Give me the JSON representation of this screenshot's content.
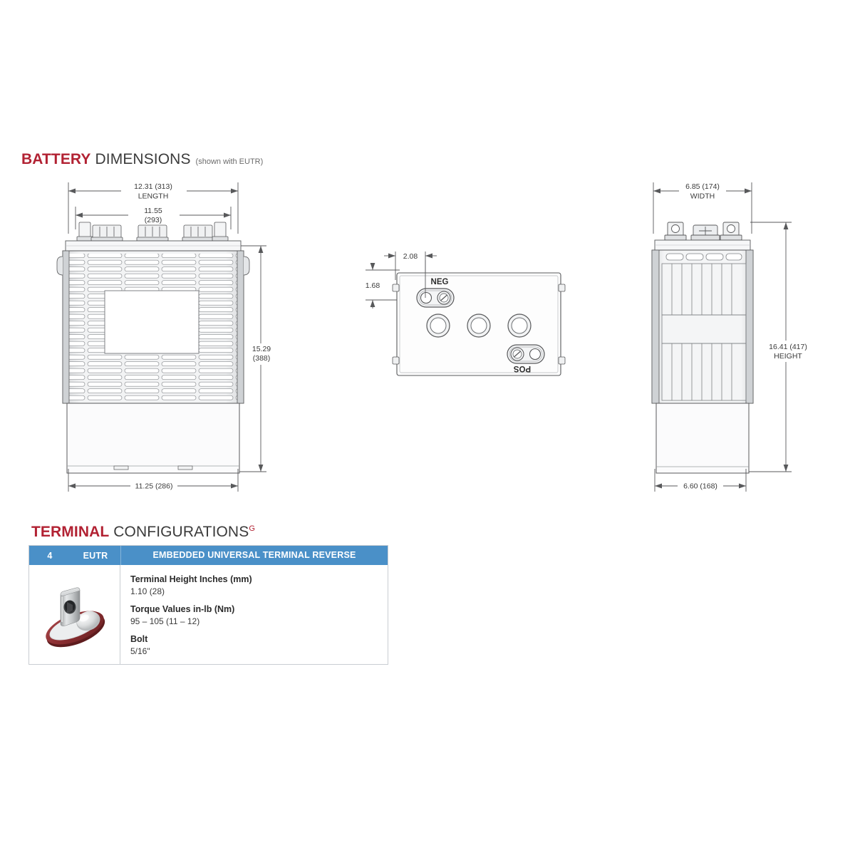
{
  "battery_section": {
    "heading_strong": "BATTERY",
    "heading_light": "DIMENSIONS",
    "heading_note": "(shown with EUTR)"
  },
  "front_view": {
    "name": "front-elevation-view",
    "dimensions": {
      "overall_length": "12.31 (313)",
      "overall_length_label": "LENGTH",
      "terminal_span": "11.55",
      "terminal_span_mm": "(293)",
      "overall_height": "15.29",
      "overall_height_mm": "(388)",
      "base_length": "11.25 (286)"
    }
  },
  "top_view": {
    "name": "top-plan-view",
    "dimensions": {
      "terminal_offset_x": "2.08",
      "terminal_offset_y": "1.68"
    },
    "labels": {
      "negative": "NEG",
      "positive": "POS"
    }
  },
  "side_view": {
    "name": "side-elevation-view",
    "dimensions": {
      "overall_width": "6.85 (174)",
      "overall_width_label": "WIDTH",
      "overall_height": "16.41 (417)",
      "overall_height_label": "HEIGHT",
      "base_width": "6.60 (168)"
    }
  },
  "terminal_section": {
    "heading_strong": "TERMINAL",
    "heading_light": "CONFIGURATIONS",
    "heading_sup": "G",
    "table": {
      "header": {
        "number": "4",
        "code": "EUTR",
        "name": "EMBEDDED UNIVERSAL TERMINAL REVERSE"
      },
      "specs": [
        {
          "label": "Terminal Height Inches (mm)",
          "value": "1.10 (28)"
        },
        {
          "label": "Torque Values in-lb (Nm)",
          "value": "95 – 105 (11 – 12)"
        },
        {
          "label": "Bolt",
          "value": "5/16\""
        }
      ]
    }
  },
  "colors": {
    "brand_red": "#B22233",
    "table_blue": "#4A90C8",
    "line_gray": "#58595B",
    "terminal_base": "#8C2F32"
  }
}
